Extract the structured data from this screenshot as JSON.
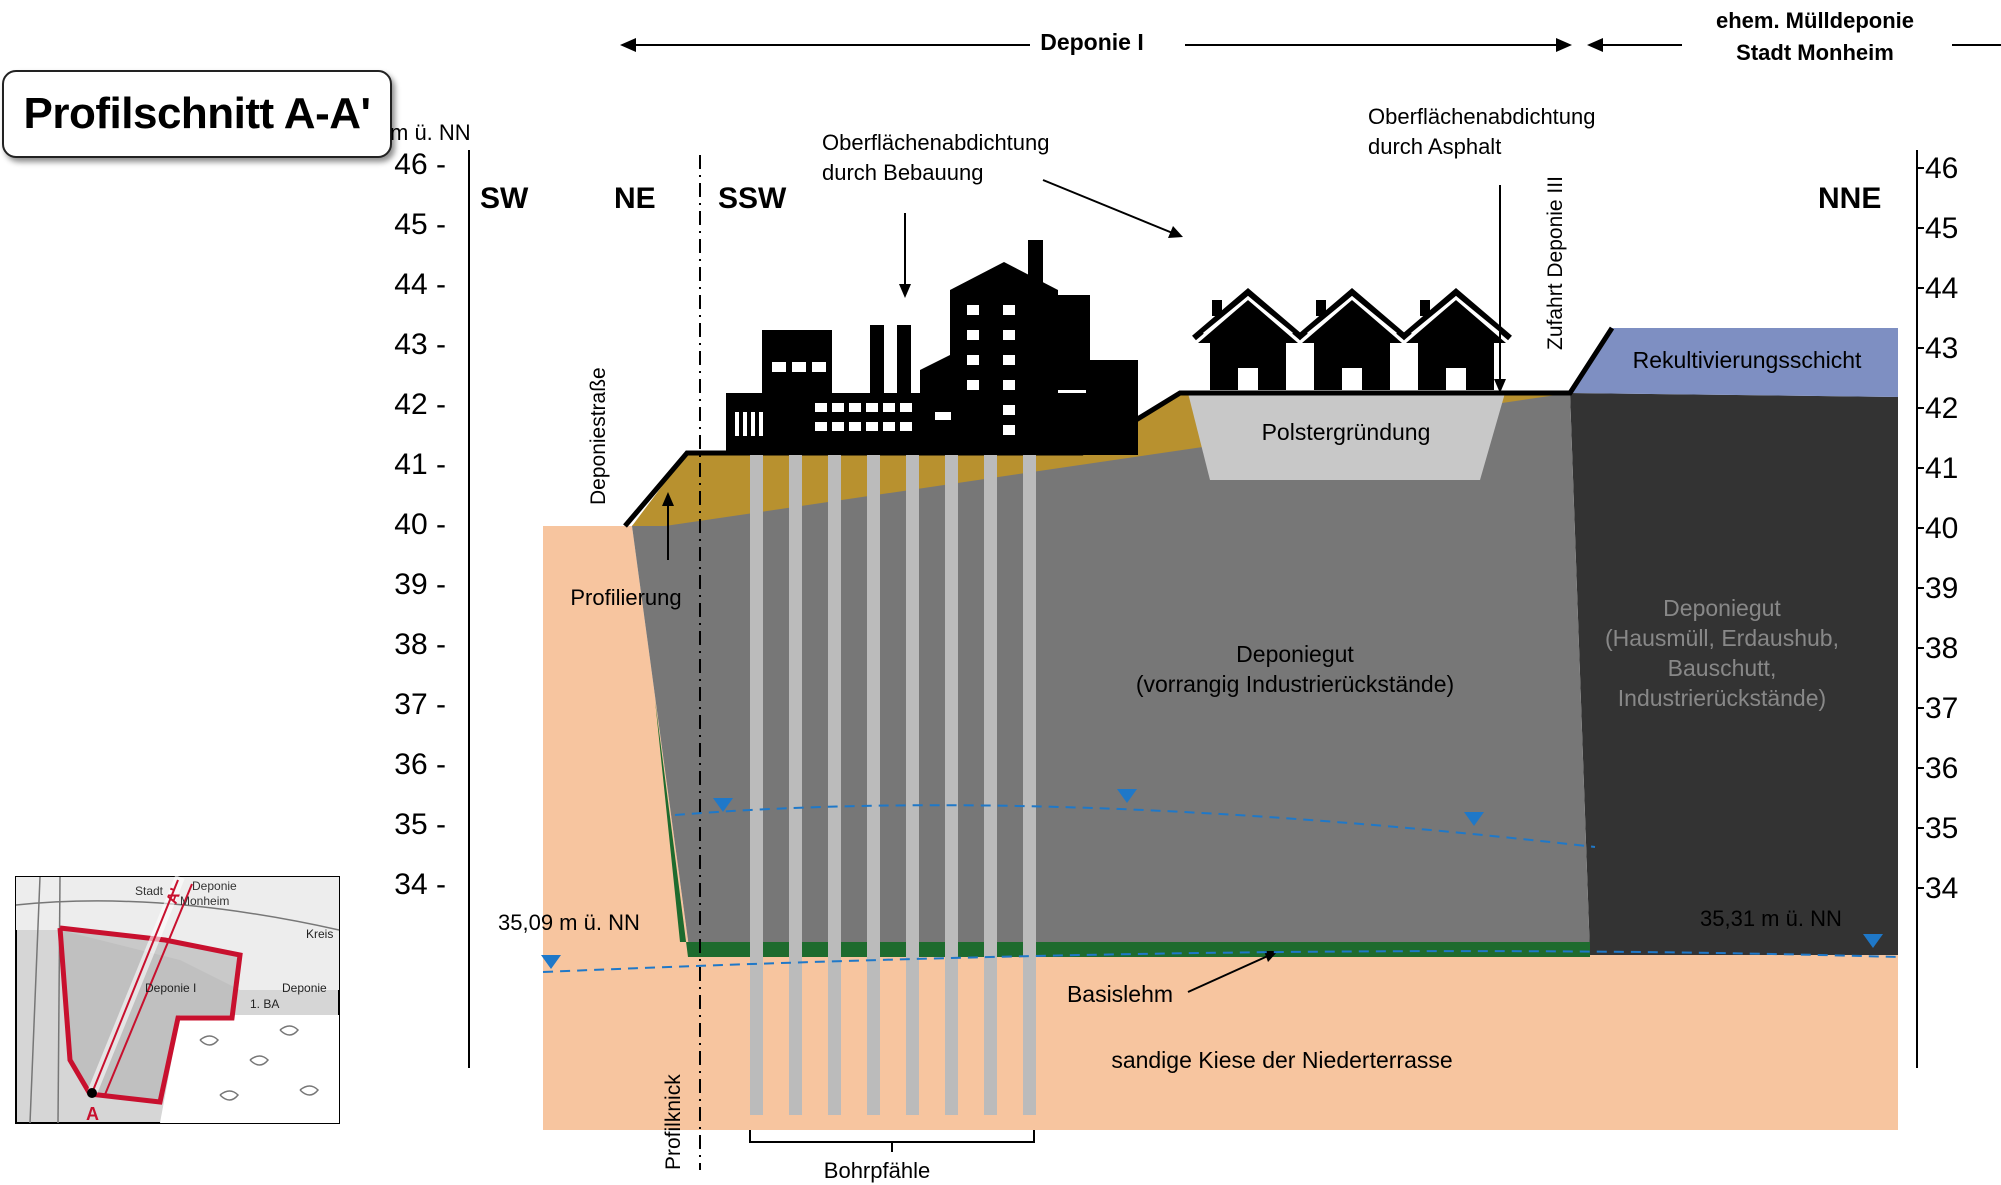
{
  "title": "Profilschnitt A-A'",
  "header": {
    "deponie_1": "Deponie I",
    "former_landfill_line1": "ehem. Mülldeponie",
    "former_landfill_line2": "Stadt Monheim"
  },
  "axis": {
    "unit": "m ü. NN",
    "left_ticks": [
      "46 -",
      "45 -",
      "44 -",
      "43 -",
      "42 -",
      "41 -",
      "40 -",
      "39 -",
      "38 -",
      "37 -",
      "36 -",
      "35 -",
      "34 -"
    ],
    "right_ticks": [
      "46",
      "45",
      "44",
      "43",
      "42",
      "41",
      "40",
      "39",
      "38",
      "37",
      "36",
      "35",
      "34"
    ]
  },
  "directions": {
    "sw": "SW",
    "ne": "NE",
    "ssw": "SSW",
    "nne": "NNE"
  },
  "labels": {
    "sealing_buildings_1": "Oberflächenabdichtung",
    "sealing_buildings_2": "durch Bebauung",
    "sealing_asphalt_1": "Oberflächenabdichtung",
    "sealing_asphalt_2": "durch Asphalt",
    "access_road": "Zufahrt Deponie III",
    "landfill_road": "Deponiestraße",
    "profiling": "Profilierung",
    "cushion_foundation": "Polstergründung",
    "recultivation_layer": "Rekultivierungsschicht",
    "waste_main_1": "Deponiegut",
    "waste_main_2": "(vorrangig Industrierückstände)",
    "waste_old_1": "Deponiegut",
    "waste_old_2": "(Hausmüll, Erdaushub,",
    "waste_old_3": "Bauschutt,",
    "waste_old_4": "Industrierückstände)",
    "groundwater_left": "35,09 m ü. NN",
    "groundwater_right": "35,31 m ü. NN",
    "base_clay": "Basislehm",
    "gravel": "sandige Kiese der Niederterrasse",
    "profile_kink": "Profilknick",
    "bored_piles": "Bohrpfähle"
  },
  "map_inset": {
    "label_a_start": "A",
    "label_a_end": "A'",
    "text_deponie_1": "Deponie I",
    "text_deponie": "Deponie",
    "text_stadt": "Stadt",
    "text_monheim": "Monheim",
    "text_1ba": "1. BA",
    "text_kreis": "Kreis"
  },
  "colors": {
    "sand": "#F7C59F",
    "profiling_fill": "#B8912F",
    "waste_main": "#777777",
    "waste_old": "#333333",
    "recultivation": "#7E8FC2",
    "cushion": "#C8C8C8",
    "base_clay": "#1E6B2E",
    "piles": "#BBBBBB",
    "groundwater": "#1F78C8"
  }
}
